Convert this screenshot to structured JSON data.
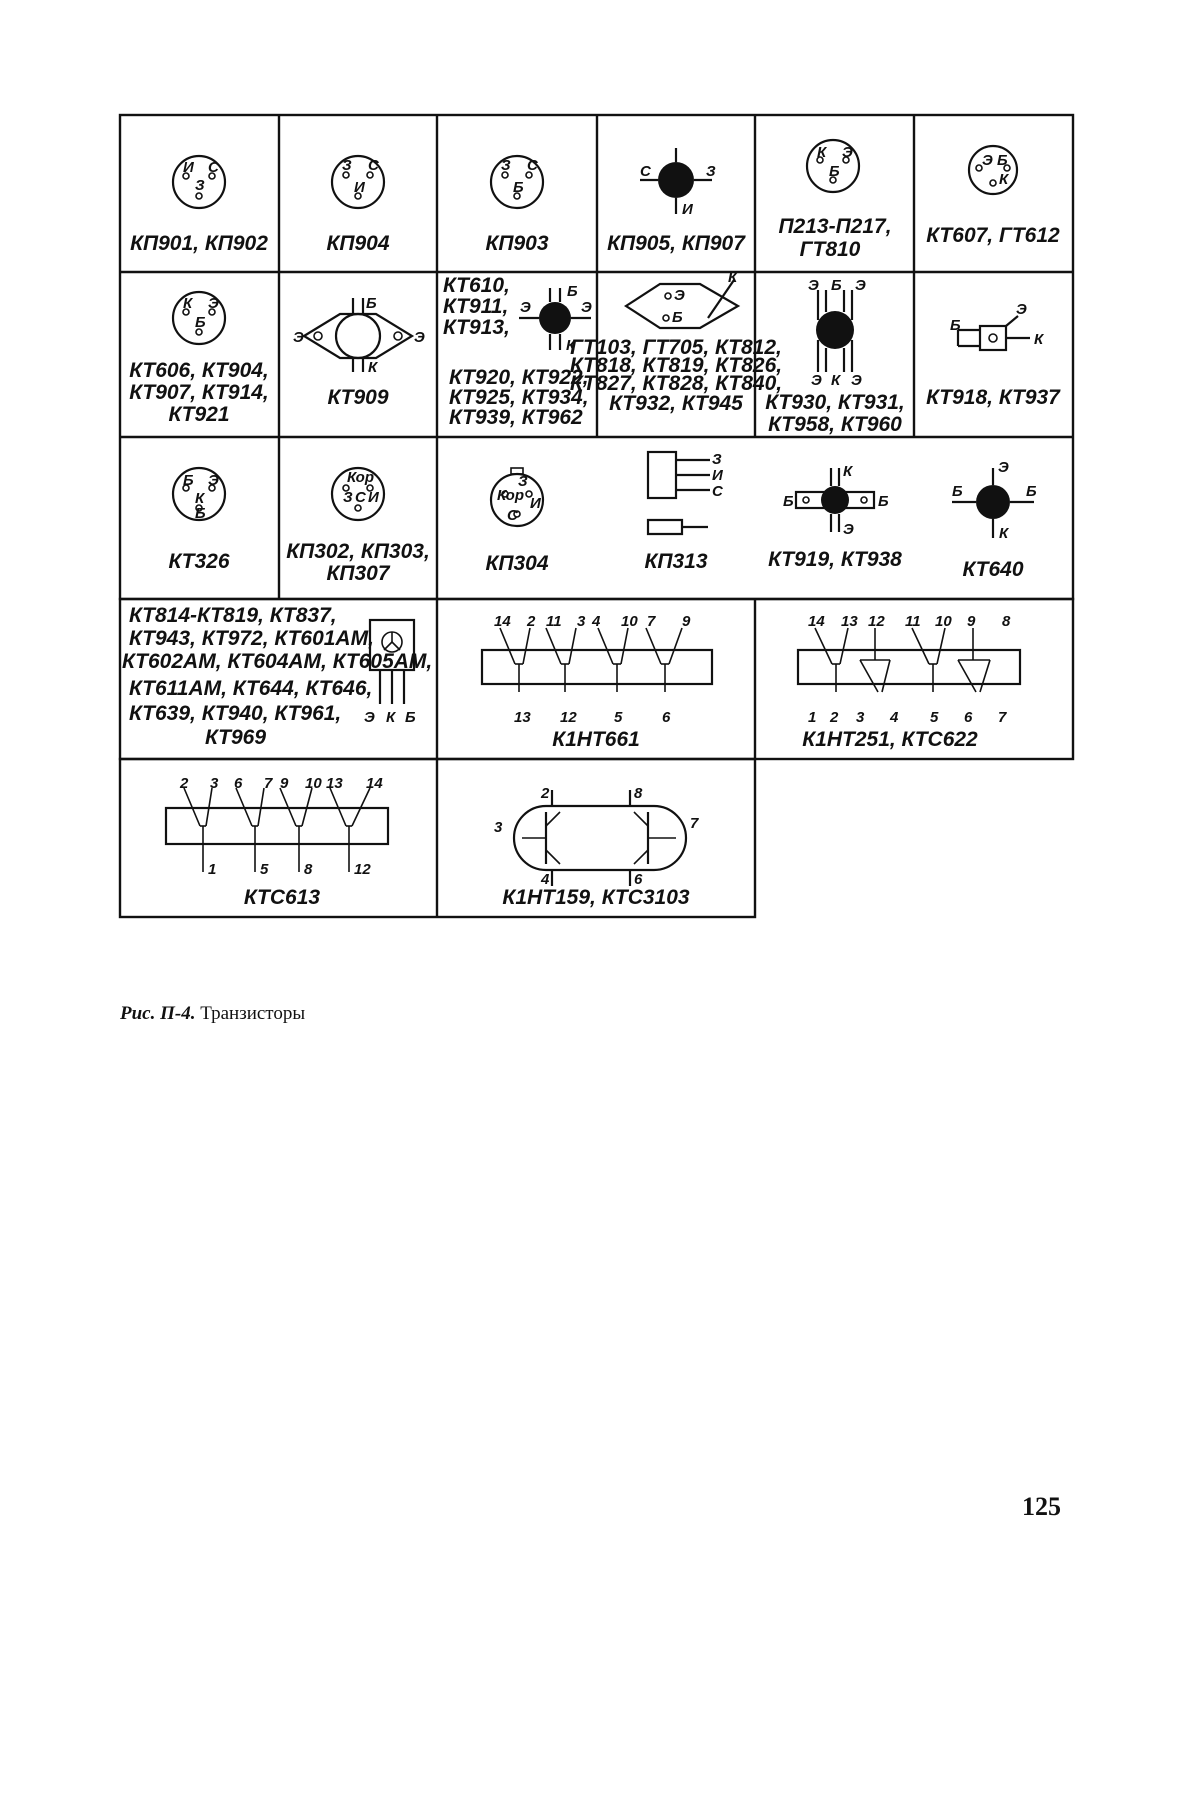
{
  "figure": {
    "caption_number": "Рис. П-4.",
    "caption_text": "Транзисторы",
    "page_number": "125"
  },
  "cells": {
    "r1c1": {
      "label": "КП901, КП902",
      "pins": [
        "И",
        "С",
        "З"
      ]
    },
    "r1c2": {
      "label": "КП904",
      "pins": [
        "З",
        "С",
        "И"
      ]
    },
    "r1c3": {
      "label": "КП903",
      "pins": [
        "З",
        "С",
        "Б"
      ]
    },
    "r1c4": {
      "label": "КП905, КП907",
      "pins": [
        "С",
        "З",
        "И"
      ]
    },
    "r1c5": {
      "label1": "П213-П217,",
      "label2": "ГТ810",
      "pins": [
        "К",
        "Э",
        "Б"
      ]
    },
    "r1c6": {
      "label": "КТ607, ГТ612",
      "pins": [
        "Э",
        "Б",
        "К"
      ]
    },
    "r2c1": {
      "label1": "КТ606, КТ904,",
      "label2": "КТ907, КТ914,",
      "label3": "КТ921",
      "pins": [
        "К",
        "Э",
        "Б"
      ]
    },
    "r2c2": {
      "label": "КТ909",
      "pins": [
        "Б",
        "Э",
        "Э",
        "К"
      ]
    },
    "r2c3": {
      "lines": [
        "КТ610,",
        "КТ911,",
        "КТ913,",
        "КТ920, КТ922,",
        "КТ925, КТ934,",
        "КТ939, КТ962"
      ],
      "pins": [
        "Б",
        "Э",
        "Э",
        "К"
      ]
    },
    "r2c4": {
      "lines": [
        "ГТ103, ГТ705, КТ812,",
        "КТ818, КТ819, КТ826,",
        "КТ827, КТ828, КТ840,",
        "КТ932, КТ945"
      ],
      "pins": [
        "К",
        "Э",
        "Б"
      ]
    },
    "r2c5": {
      "label1": "КТ930, КТ931,",
      "label2": "КТ958, КТ960",
      "pins_top": [
        "Э",
        "Б",
        "Э"
      ],
      "pins_bottom": [
        "Э",
        "К",
        "Э"
      ]
    },
    "r2c6": {
      "label": "КТ918, КТ937",
      "pins": [
        "Б",
        "Э",
        "К"
      ]
    },
    "r3c1": {
      "label": "КТ326",
      "pins": [
        "Б",
        "Э",
        "К",
        "Б"
      ]
    },
    "r3c2": {
      "label1": "КП302, КП303,",
      "label2": "КП307",
      "pins": [
        "Кор",
        "З",
        "С",
        "И"
      ]
    },
    "r3c3": {
      "label": "КП304",
      "pins": [
        "З",
        "Кор",
        "И",
        "С"
      ]
    },
    "r3c4": {
      "label": "КП313",
      "pins": [
        "З",
        "И",
        "С"
      ]
    },
    "r3c5": {
      "label": "КТ919, КТ938",
      "pins": [
        "К",
        "Б",
        "Б",
        "Э"
      ]
    },
    "r3c6": {
      "label": "КТ640",
      "pins": [
        "Б",
        "Э",
        "Б",
        "К"
      ]
    },
    "r4c1": {
      "lines": [
        "КТ814-КТ819, КТ837,",
        "КТ943, КТ972, КТ601АМ,",
        "КТ602АМ, КТ604АМ, КТ605АМ,",
        "КТ611АМ, КТ644, КТ646,",
        "КТ639, КТ940, КТ961,",
        "КТ969"
      ],
      "pins": [
        "Э",
        "К",
        "Б"
      ]
    },
    "r4c2": {
      "label": "К1НТ661",
      "pins_top": [
        "14",
        "2",
        "11",
        "3",
        "4",
        "10",
        "7",
        "9"
      ],
      "pins_bottom": [
        "13",
        "12",
        "5",
        "6"
      ]
    },
    "r4c3": {
      "label": "К1НТ251, КТС622",
      "pins_top": [
        "14",
        "13",
        "12",
        "11",
        "10",
        "9",
        "8"
      ],
      "pins_bottom": [
        "1",
        "2",
        "3",
        "4",
        "5",
        "6",
        "7"
      ]
    },
    "r5c1": {
      "label": "КТС613",
      "pins_top": [
        "2",
        "3",
        "6",
        "7",
        "9",
        "10",
        "13",
        "14"
      ],
      "pins_bottom": [
        "1",
        "5",
        "8",
        "12"
      ]
    },
    "r5c2": {
      "label": "К1НТ159, КТС3103",
      "pins": [
        "2",
        "8",
        "3",
        "7",
        "4",
        "6"
      ]
    }
  }
}
